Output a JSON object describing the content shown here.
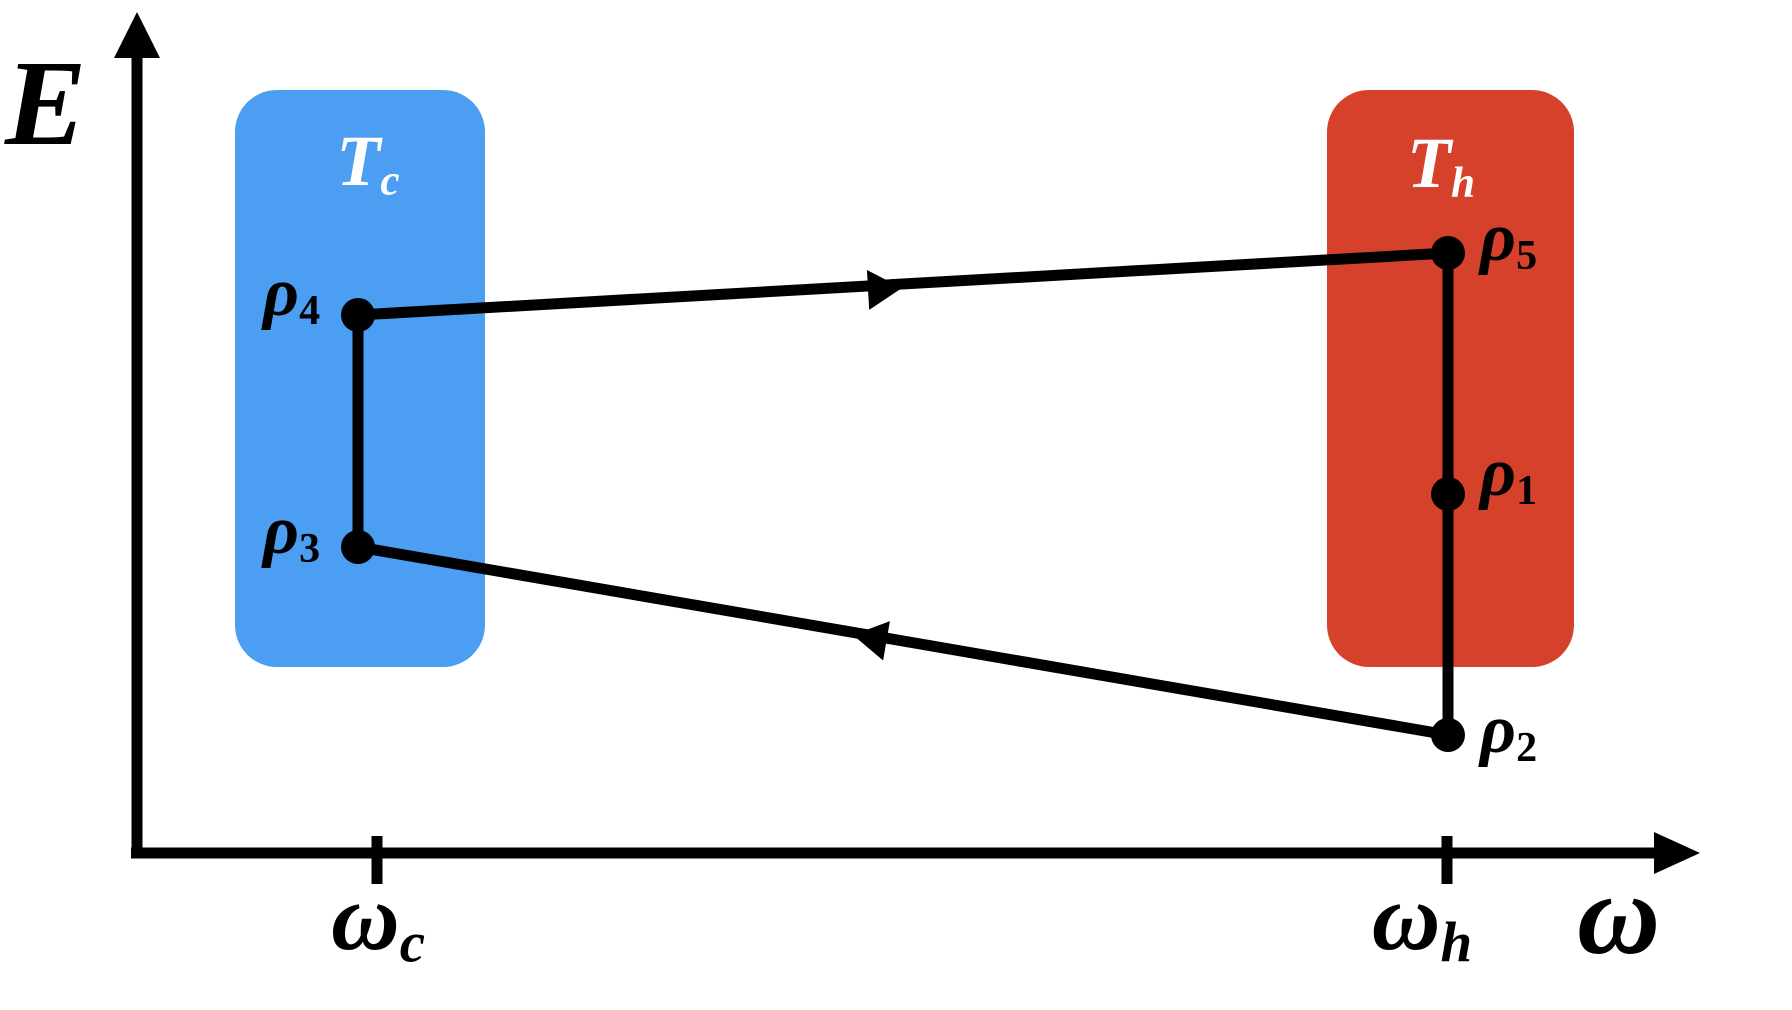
{
  "figure": {
    "y_axis_label": "E",
    "x_axis_label": "ω"
  },
  "x_ticks": {
    "cold": {
      "main": "ω",
      "sub": "c"
    },
    "hot": {
      "main": "ω",
      "sub": "h"
    }
  },
  "baths": {
    "cold": {
      "main": "T",
      "sub": "c"
    },
    "hot": {
      "main": "T",
      "sub": "h"
    }
  },
  "points": {
    "rho1": {
      "main": "ρ",
      "sub": "1"
    },
    "rho2": {
      "main": "ρ",
      "sub": "2"
    },
    "rho3": {
      "main": "ρ",
      "sub": "3"
    },
    "rho4": {
      "main": "ρ",
      "sub": "4"
    },
    "rho5": {
      "main": "ρ",
      "sub": "5"
    }
  },
  "colors": {
    "cold_bath": "#4B9EF1",
    "hot_bath": "#D5412B",
    "stroke": "#000000",
    "bath_label_text": "#FFFFFF",
    "background": "#FFFFFF"
  }
}
